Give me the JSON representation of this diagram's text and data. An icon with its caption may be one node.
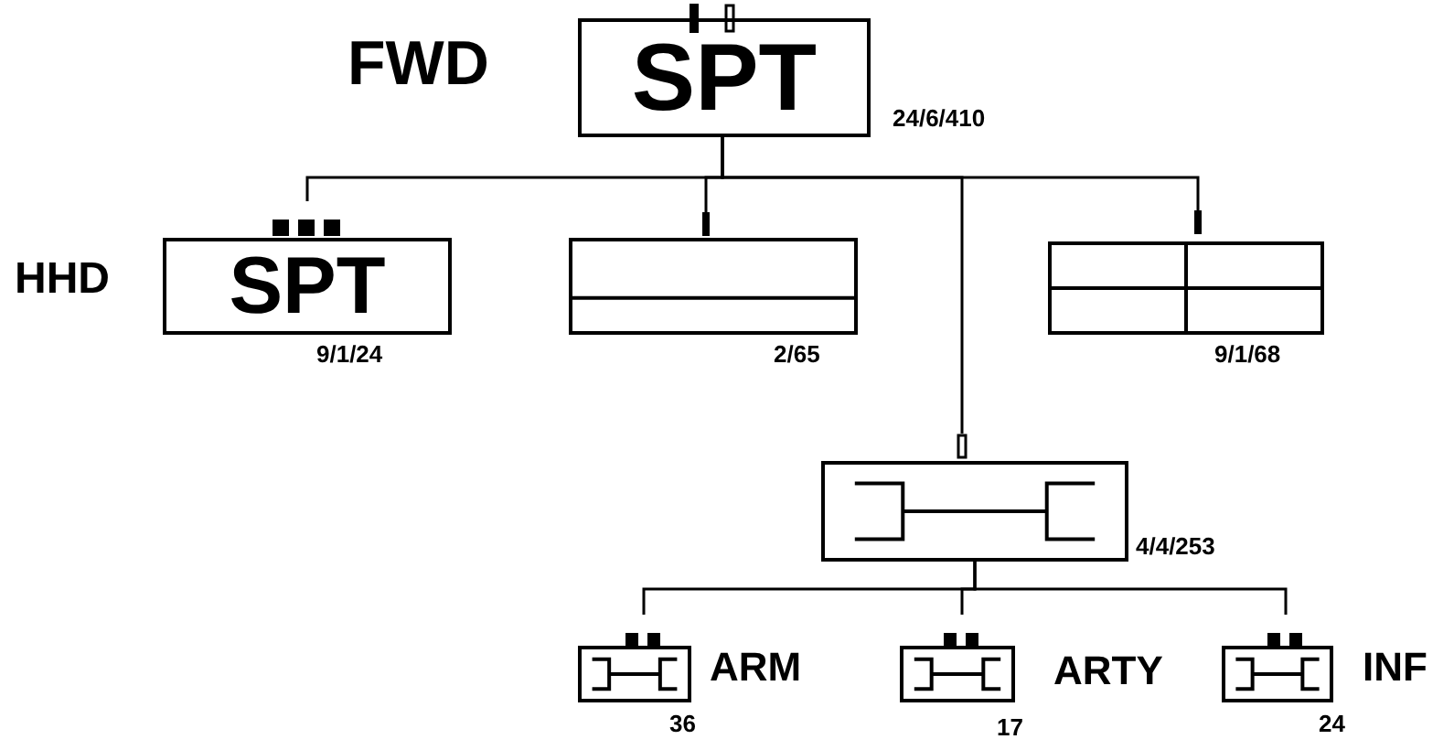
{
  "diagram": {
    "nodes": [
      {
        "text": [
          "SPT"
        ],
        "beside": [
          "FWD",
          "24/6/410"
        ]
      },
      {
        "text": [
          "SPT"
        ],
        "beside": [
          "HHD",
          "9/1/24"
        ]
      },
      {
        "text": [],
        "shape": "box",
        "beside": [
          "2/65"
        ]
      },
      {
        "text": [],
        "shape": "box",
        "beside": [
          "9/1/68"
        ]
      },
      {
        "text": [],
        "shape": "box",
        "beside": [
          "4/4/253"
        ]
      },
      {
        "text": [],
        "shape": "box",
        "beside": [
          "ARM",
          "36"
        ]
      },
      {
        "text": [],
        "shape": "box",
        "beside": [
          "ARTY",
          "17"
        ]
      },
      {
        "text": [],
        "shape": "box",
        "beside": [
          "INF",
          "24"
        ]
      }
    ],
    "edges": [
      {
        "from": 0,
        "to": 1,
        "arrow": "none"
      },
      {
        "from": 0,
        "to": 2,
        "arrow": "none"
      },
      {
        "from": 0,
        "to": 3,
        "arrow": "none"
      },
      {
        "from": 0,
        "to": 4,
        "arrow": "none"
      },
      {
        "from": 4,
        "to": 5,
        "arrow": "none"
      },
      {
        "from": 4,
        "to": 6,
        "arrow": "none"
      },
      {
        "from": 4,
        "to": 7,
        "arrow": "none"
      }
    ]
  }
}
